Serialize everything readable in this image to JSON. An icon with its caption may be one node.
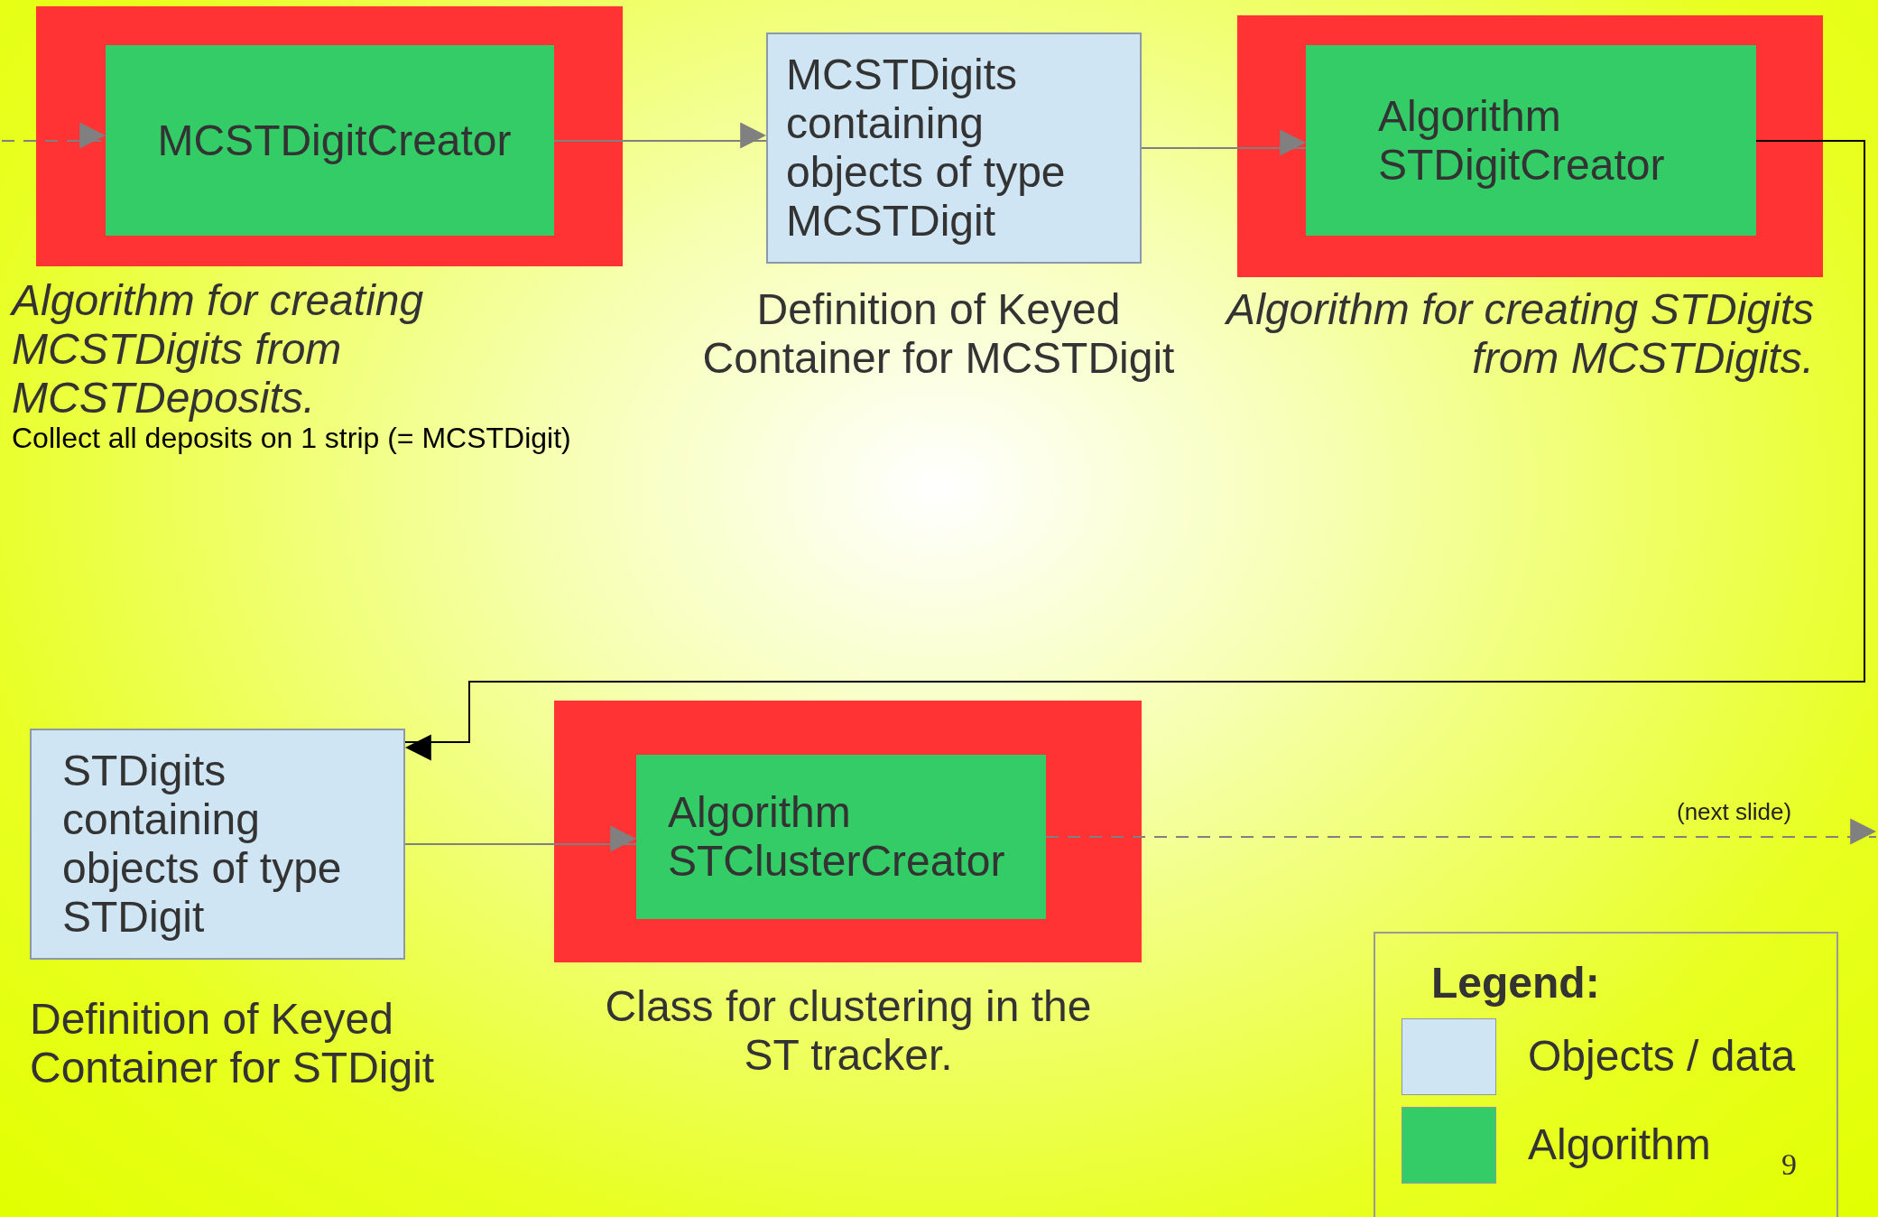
{
  "diagram": {
    "nodes": [
      {
        "text": [],
        "shape": "box",
        "beside": [
          "Algorithm for creating MCSTDigits from MCSTDeposits.",
          "Collect all deposits on 1 strip (= MCSTDigit)"
        ]
      },
      {
        "text": [
          "MCSTDigitCreator"
        ],
        "in": 0
      },
      {
        "text": [
          "MCSTDigits containing objects of type MCSTDigit"
        ],
        "beside": [
          "Definition of Keyed Container for MCSTDigit"
        ]
      },
      {
        "text": [],
        "shape": "box",
        "beside": [
          "Algorithm for creating STDigits from MCSTDigits."
        ]
      },
      {
        "text": [
          "Algorithm STDigitCreator"
        ],
        "in": 3
      },
      {
        "text": [
          "STDigits containing objects of type STDigit"
        ],
        "beside": [
          "Definition of Keyed Container for STDigit"
        ]
      },
      {
        "text": [],
        "shape": "box",
        "beside": [
          "Class for clustering in the ST tracker."
        ]
      },
      {
        "text": [
          "Algorithm STClusterCreator"
        ],
        "in": 6
      }
    ],
    "edges": [
      {
        "from": null,
        "to": 1,
        "arrow": "to",
        "style": "dashed"
      },
      {
        "from": 1,
        "to": 2,
        "arrow": "to"
      },
      {
        "from": 2,
        "to": 4,
        "arrow": "to"
      },
      {
        "from": 4,
        "to": 5,
        "arrow": "to",
        "color": "#000000"
      },
      {
        "from": 5,
        "to": 7,
        "arrow": "to"
      },
      {
        "from": 7,
        "to": null,
        "arrow": "to",
        "style": "dashed",
        "label": "(next slide)"
      }
    ],
    "labels": [
      "Legend:",
      "9"
    ],
    "legend": [
      {
        "text": "Objects / data",
        "color": "#cfe5f3"
      },
      {
        "text": "Algorithm",
        "color": "#33cc66"
      }
    ]
  }
}
